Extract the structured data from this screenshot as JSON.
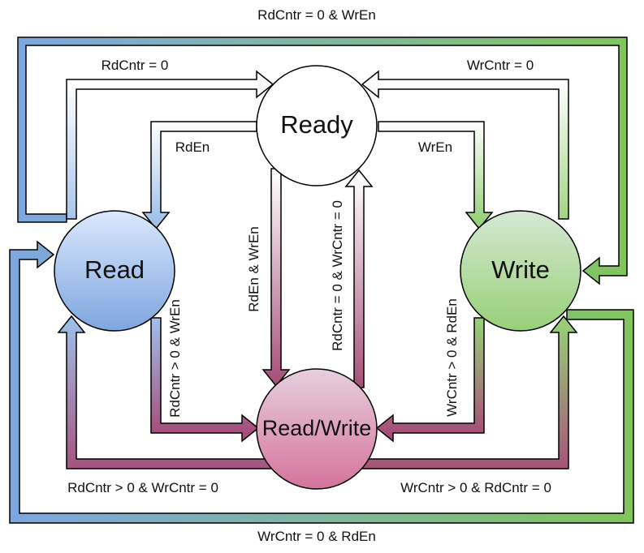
{
  "states": {
    "ready": "Ready",
    "read": "Read",
    "write": "Write",
    "read_write": "Read/Write"
  },
  "transitions": {
    "read_to_write_outer": "RdCntr = 0 & WrEn",
    "read_to_ready": "RdCntr = 0",
    "write_to_ready": "WrCntr = 0",
    "ready_to_read": "RdEn",
    "ready_to_write": "WrEn",
    "ready_to_read_write": "RdEn & WrEn",
    "read_write_to_ready": "RdCntr = 0 & WrCntr = 0",
    "read_to_read_write": "RdCntr > 0 & WrEn",
    "write_to_read_write": "WrCntr > 0 & RdEn",
    "read_write_to_read": "RdCntr > 0 & WrCntr = 0",
    "read_write_to_write": "WrCntr > 0 & RdCntr = 0",
    "write_to_read_outer": "WrCntr = 0 & RdEn"
  },
  "colors": {
    "read": "#7ea6e0",
    "write": "#97d077",
    "read_write": "#e07aa0",
    "ready": "#ffffff",
    "outline": "#000000"
  }
}
